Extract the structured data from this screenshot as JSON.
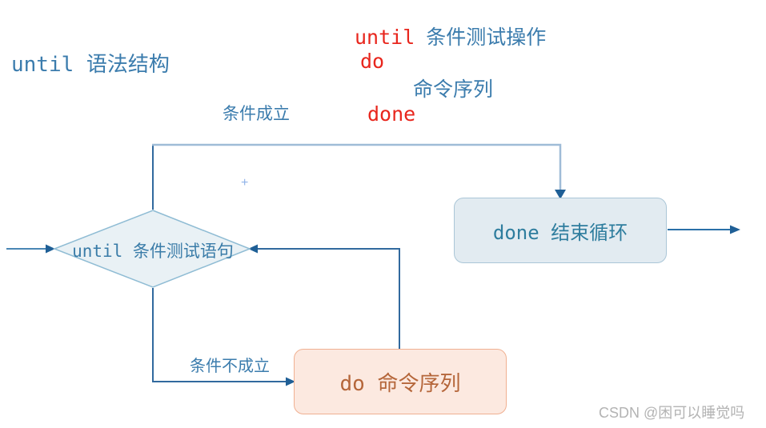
{
  "page": {
    "title": "until 语法结构"
  },
  "code_block": {
    "line1": {
      "keyword": "until",
      "text": "条件测试操作"
    },
    "line2": {
      "keyword": "do"
    },
    "line3": {
      "text": "命令序列"
    },
    "line4": {
      "keyword": "done"
    }
  },
  "labels": {
    "condition_true": "条件成立",
    "condition_false": "条件不成立",
    "plus_marker": "+"
  },
  "nodes": {
    "decision": {
      "label": "until 条件测试语句"
    },
    "done_box": {
      "label": "done 结束循环"
    },
    "do_box": {
      "label": "do 命令序列"
    }
  },
  "watermark": {
    "text": "CSDN @困可以睡觉吗"
  },
  "colors": {
    "blue_text": "#3b7cad",
    "red_keyword": "#e8261d",
    "teal_node_text": "#2e7d9e",
    "orange_node_text": "#b5663a",
    "line_dark": "#31699e",
    "line_light": "#9fbcd7",
    "arrowhead": "#1f5f96",
    "diamond_fill": "#e9f1f5",
    "diamond_border": "#8fbcd4",
    "done_box_fill": "#e2ebf1",
    "done_box_border": "#aac6d7",
    "do_box_fill": "#fce9e0",
    "do_box_border": "#f0b091",
    "watermark_gray": "#b3b3b3",
    "plus_blue": "#8fb3e8"
  }
}
